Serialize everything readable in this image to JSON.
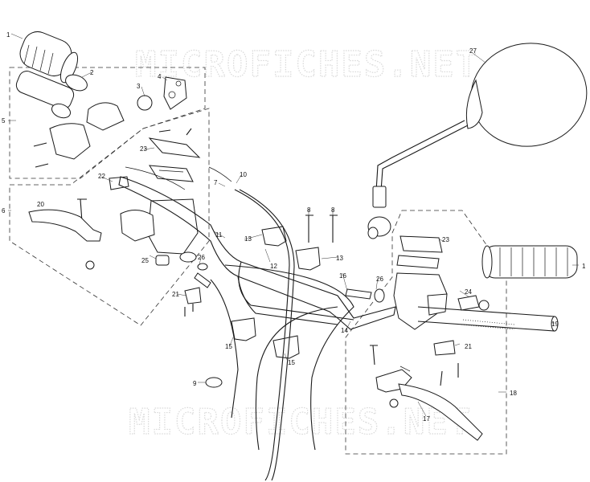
{
  "watermarks": [
    "MICROFICHES.NET",
    "MICROFICHES.NET"
  ],
  "labels": {
    "l1a": "1",
    "l1b": "1",
    "l2": "2",
    "l3": "3",
    "l4": "4",
    "l5": "5",
    "l6": "6",
    "l7": "7",
    "l8a": "8",
    "l8b": "8",
    "l9": "9",
    "l10": "10",
    "l11": "11",
    "l12": "12",
    "l13a": "13",
    "l13b": "13",
    "l14": "14",
    "l15a": "15",
    "l15b": "15",
    "l16": "16",
    "l17": "17",
    "l18": "18",
    "l19": "19",
    "l20": "20",
    "l21a": "21",
    "l21b": "21",
    "l22": "22",
    "l23a": "23",
    "l23b": "23",
    "l24": "24",
    "l25": "25",
    "l26a": "26",
    "l26b": "26",
    "l27": "27"
  }
}
